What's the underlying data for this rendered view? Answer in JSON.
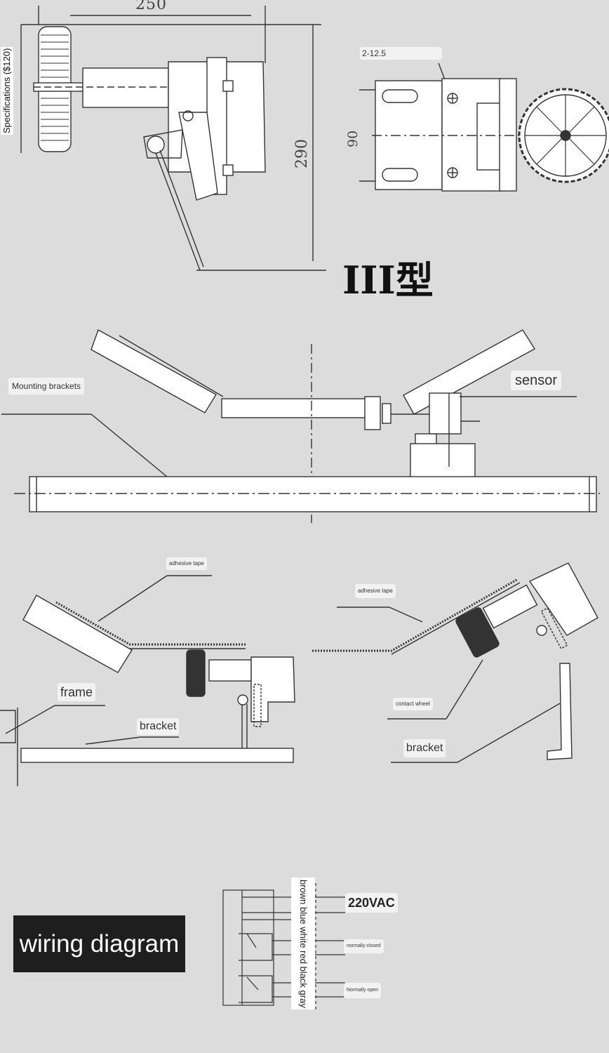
{
  "drawing1": {
    "dim_width": "250",
    "dim_height": "290",
    "dim_front": "90",
    "hole_spec": "2-12.5",
    "side_label": "Specifications ($120)",
    "type_label": "III型"
  },
  "drawing2": {
    "mounting_brackets": "Mounting brackets",
    "sensor": "sensor"
  },
  "drawing3": {
    "left": {
      "adhesive_tape": "adhesive tape",
      "frame": "frame",
      "bracket": "bracket"
    },
    "right": {
      "adhesive_tape": "adhesive tape",
      "contact_wheel": "contact wheel",
      "bracket": "bracket"
    }
  },
  "wiring": {
    "title": "wiring diagram",
    "wire_colors": "brown blue white red black gray",
    "voltage": "220VAC",
    "normally_closed": "normally closed",
    "normally_open": "Normally open"
  }
}
